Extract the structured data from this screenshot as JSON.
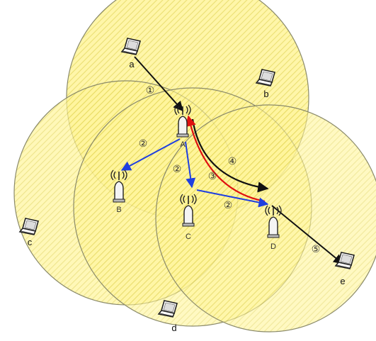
{
  "diagram": {
    "colors": {
      "circle_fill": "#fff59a",
      "circle_hatch": "#e7d95a",
      "circle_stroke": "#8a8a6a",
      "arrow_black": "#111111",
      "arrow_blue": "#1f3fe0",
      "arrow_red": "#e01010"
    },
    "access_points": [
      {
        "label": "A"
      },
      {
        "label": "B"
      },
      {
        "label": "C"
      },
      {
        "label": "D"
      }
    ],
    "laptops": [
      {
        "label": "a"
      },
      {
        "label": "b"
      },
      {
        "label": "c"
      },
      {
        "label": "d"
      },
      {
        "label": "e"
      }
    ],
    "steps": {
      "s1": "①",
      "s2a": "②",
      "s2b": "②",
      "s2c": "②",
      "s3": "③",
      "s4": "④",
      "s5": "⑤"
    },
    "icons": {
      "access_point": "wireless-access-point-icon",
      "laptop": "laptop-icon"
    }
  }
}
